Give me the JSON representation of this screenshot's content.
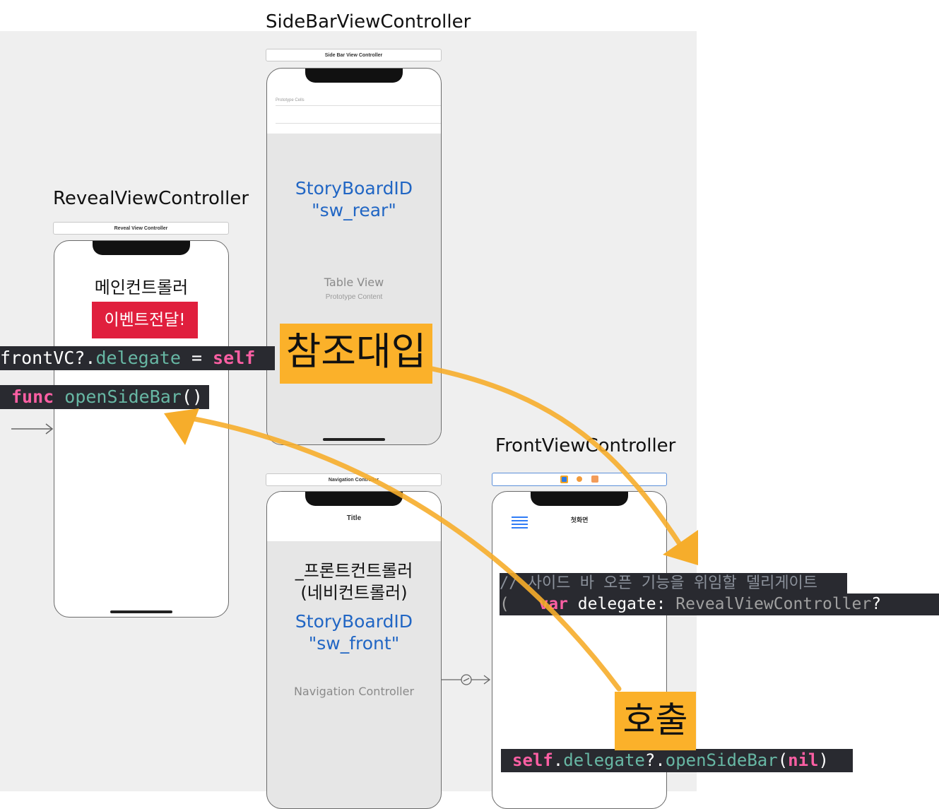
{
  "scenes": {
    "sidebar": {
      "title": "SideBarViewController",
      "bar_label": "Side Bar View Controller",
      "prototype_cells": "Prototype Cells",
      "storyboard_id_label": "StoryBoardID",
      "storyboard_id_value": "\"sw_rear\"",
      "table_view_label": "Table View",
      "table_view_sub": "Prototype Content"
    },
    "reveal": {
      "title": "RevealViewController",
      "bar_label": "Reveal View Controller",
      "main_label": "메인컨트롤러",
      "event_label": "이벤트전달!"
    },
    "navigation": {
      "bar_label": "Navigation Controller",
      "nav_title": "Title",
      "front_label_1": "_프론트컨트롤러",
      "front_label_2": "(네비컨트롤러)",
      "storyboard_id_label": "StoryBoardID",
      "storyboard_id_value": "\"sw_front\"",
      "nav_controller_label": "Navigation Controller"
    },
    "front": {
      "title": "FrontViewController",
      "nav_title": "첫화면"
    }
  },
  "code_snippets": {
    "assign": {
      "var": "frontVC?.",
      "prop": "delegate",
      "op": " = ",
      "kw": "self"
    },
    "func_decl": {
      "kw": "func",
      "name": "openSideBar",
      "parens": "()"
    },
    "comment": "// 사이드 바 오픈 기능을 위임할 델리게이트",
    "delegate_decl": {
      "lead": "(",
      "kw": "var",
      "name": " delegate",
      "colon": ": ",
      "type": "RevealViewController",
      "q": "?"
    },
    "call": {
      "kw": "self",
      "dot1": ".",
      "prop": "delegate",
      "q": "?.",
      "method": "openSideBar",
      "open": "(",
      "arg": "nil",
      "close": ")"
    }
  },
  "annotations": {
    "reference_assign": "참조대입",
    "invoke": "호출"
  },
  "colors": {
    "canvas": "#efefef",
    "annotation_yellow": "#fbb12a",
    "arrow_orange": "#f6ad2b",
    "storyboard_blue": "#2166c4",
    "event_red": "#e01f3d",
    "code_bg": "#292a30"
  }
}
